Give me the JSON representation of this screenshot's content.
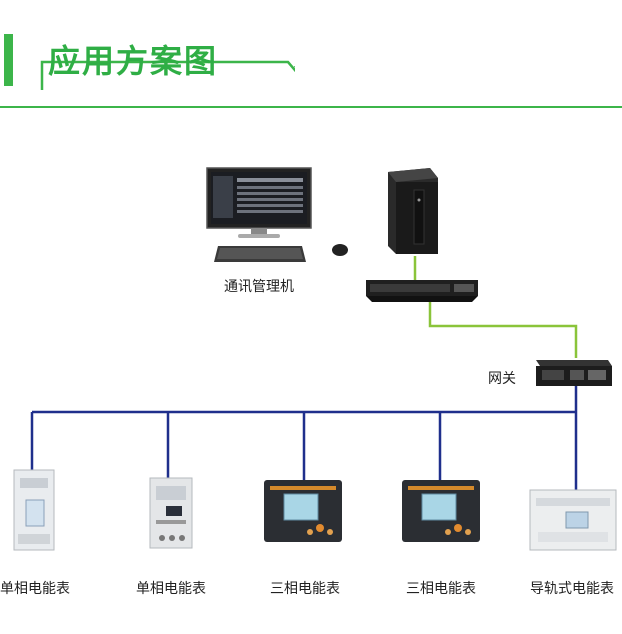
{
  "header": {
    "title": "应用方案图"
  },
  "nodes": {
    "workstation_label": "通讯管理机",
    "gateway_label": "网关"
  },
  "meters": [
    {
      "label": "单相电能表"
    },
    {
      "label": "单相电能表"
    },
    {
      "label": "三相电能表"
    },
    {
      "label": "三相电能表"
    },
    {
      "label": "导轨式电能表"
    }
  ],
  "colors": {
    "accent": "#3cb54a",
    "bus": "#1f2f8c",
    "uplink": "#8ac43a"
  }
}
